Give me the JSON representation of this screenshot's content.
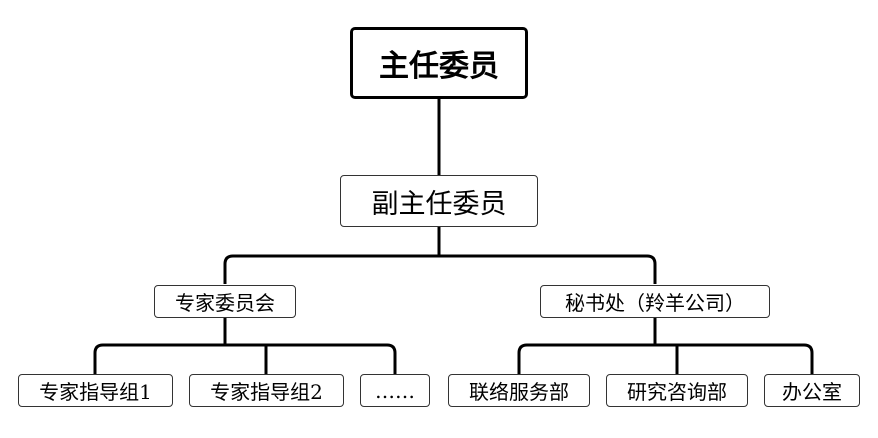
{
  "org_chart": {
    "root": {
      "label": "主任委员"
    },
    "vice": {
      "label": "副主任委员"
    },
    "expert_committee": {
      "label": "专家委员会",
      "children": [
        "专家指导组1",
        "专家指导组2",
        "……"
      ]
    },
    "secretariat": {
      "label": "秘书处（羚羊公司）",
      "children": [
        "联络服务部",
        "研究咨询部",
        "办公室"
      ]
    }
  }
}
